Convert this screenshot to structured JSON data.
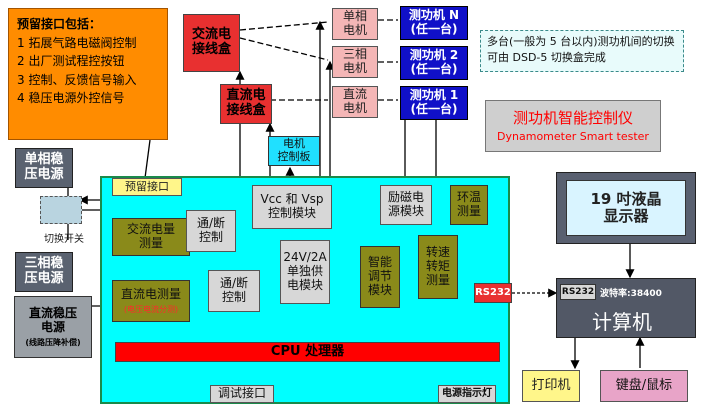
{
  "reserved": {
    "title": "预留接口包括：",
    "items": [
      "1 拓展气路电磁阀控制",
      "2 出厂测试程控按钮",
      "3 控制、反馈信号输入",
      "4 稳压电源外控信号"
    ]
  },
  "power": {
    "single": "单相稳\n压电源",
    "three": "三相稳\n压电源",
    "dc": "直流稳压\n电源",
    "dc_note": "(线路压降补偿)",
    "switch": "切换开关"
  },
  "top": {
    "ac_dc_box": "交流电\n接线盒",
    "dc_box": "直流电\n接线盒",
    "motors": [
      "单相\n电机",
      "三相\n电机",
      "直流\n电机"
    ],
    "dyns": [
      "测功机 N\n(任一台)",
      "测功机 2\n(任一台)",
      "测功机 1\n(任一台)"
    ],
    "note": "多台(一般为 5 台以内)测功机间的切换可由 DSD-5 切换盒完成",
    "motor_board": "电机\n控制板"
  },
  "main": {
    "title": "测功机智能控制仪",
    "subtitle": "Dynamometer Smart tester",
    "reserved_port": "预留接口",
    "ac_meas": "交流电量\n测量",
    "dc_meas": "直流电测量",
    "dc_meas_note": "(电压电流分测)",
    "onoff1": "通/断\n控制",
    "onoff2": "通/断\n控制",
    "vcc": "Vcc 和 Vsp\n控制模块",
    "supply": "24V/2A\n单独供\n电模块",
    "excite": "励磁电\n源模块",
    "smart": "智能\n调节\n模块",
    "speed": "转速\n转矩\n测量",
    "env": "环温\n测量",
    "rs232": "RS232",
    "cpu": "CPU 处理器",
    "debug": "调试接口",
    "power_led": "电源指示灯"
  },
  "pc": {
    "lcd": "19 吋液晶\n显示器",
    "rs232": "RS232",
    "baud": "波特率:38400",
    "computer": "计算机",
    "printer": "打印机",
    "keyboard": "键盘/鼠标"
  },
  "colors": {
    "main_bg": "#00ffff",
    "reserved_bg": "#ff8c00",
    "cpu": "#ff0000",
    "dyn": "#0000cc",
    "title": "#ff0000"
  }
}
